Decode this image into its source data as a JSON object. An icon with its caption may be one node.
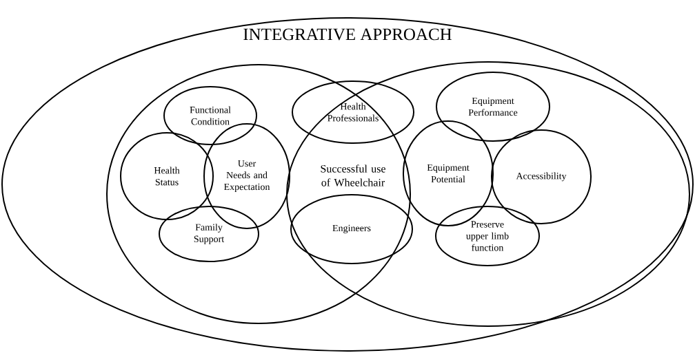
{
  "diagram": {
    "nodes": [
      {
        "text": [
          "INTEGRATIVE APPROACH"
        ]
      },
      {
        "text": [],
        "shape": "circle",
        "in": 0
      },
      {
        "text": [],
        "shape": "circle",
        "in": 0
      },
      {
        "text": [
          "Functional Condition"
        ],
        "in": 1
      },
      {
        "text": [
          "Health Status"
        ],
        "in": 1
      },
      {
        "text": [
          "User Needs and Expectation"
        ],
        "in": 1
      },
      {
        "text": [
          "Family Support"
        ],
        "in": 1
      },
      {
        "text": [
          "Health Professionals"
        ]
      },
      {
        "text": [
          "Engineers"
        ]
      },
      {
        "text": [
          "Equipment Performance"
        ],
        "in": 2
      },
      {
        "text": [
          "Equipment Potential"
        ],
        "in": 2
      },
      {
        "text": [
          "Accessibility"
        ],
        "in": 2
      },
      {
        "text": [
          "Preserve upper limb function"
        ],
        "in": 2
      }
    ],
    "edges": [],
    "labels": [
      "Successful use of Wheelchair"
    ]
  }
}
